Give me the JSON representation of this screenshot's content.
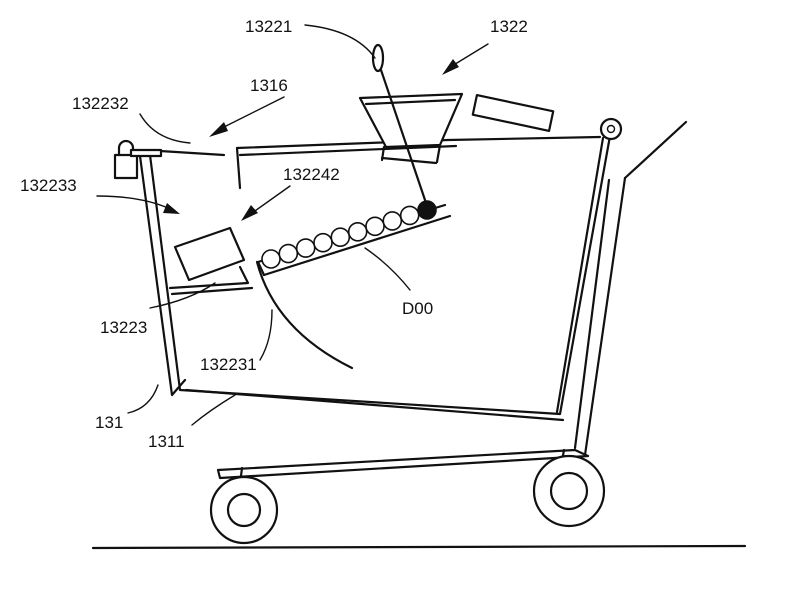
{
  "labels": {
    "l13221": "13221",
    "l1322": "1322",
    "l1316": "1316",
    "l132232": "132232",
    "l132233": "132233",
    "l132242": "132242",
    "l13223": "13223",
    "l132231": "132231",
    "lD00": "D00",
    "l131": "131",
    "l1311": "1311"
  },
  "balls_white_count": 9,
  "balls_black_count": 1
}
